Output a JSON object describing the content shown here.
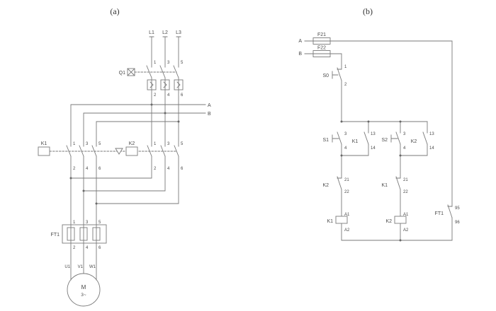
{
  "figure": {
    "caption_a": "(a)",
    "caption_b": "(b)"
  },
  "power_circuit": {
    "phase_labels": [
      "L1",
      "L2",
      "L3"
    ],
    "breaker_label": "Q1",
    "terminal_odd": [
      "1",
      "3",
      "5"
    ],
    "terminal_even": [
      "2",
      "4",
      "6"
    ],
    "tap_a_label": "A",
    "tap_b_label": "B",
    "k1_label": "K1",
    "k2_label": "K2",
    "overload_label": "FT1",
    "motor_terminals": [
      "U1",
      "V1",
      "W1"
    ],
    "motor_label": "M",
    "motor_phases": "3~"
  },
  "control_circuit": {
    "line_a_label": "A",
    "line_b_label": "B",
    "fuse1_label": "F21",
    "fuse2_label": "F22",
    "stop_button": {
      "label": "S0",
      "t1": "1",
      "t2": "2"
    },
    "branch1": {
      "start_button": "S1",
      "start_t1": "3",
      "start_t2": "4",
      "aux_label": "K1",
      "aux_t1": "13",
      "aux_t2": "14",
      "interlock_label": "K2",
      "interlock_t1": "21",
      "interlock_t2": "22",
      "coil_label": "K1",
      "coil_t1": "A1",
      "coil_t2": "A2"
    },
    "branch2": {
      "start_button": "S2",
      "start_t1": "3",
      "start_t2": "4",
      "aux_label": "K2",
      "aux_t1": "13",
      "aux_t2": "14",
      "interlock_label": "K1",
      "interlock_t1": "21",
      "interlock_t2": "22",
      "coil_label": "K2",
      "coil_t1": "A1",
      "coil_t2": "A2"
    },
    "overload_contact": {
      "label": "FT1",
      "t1": "95",
      "t2": "96"
    }
  }
}
